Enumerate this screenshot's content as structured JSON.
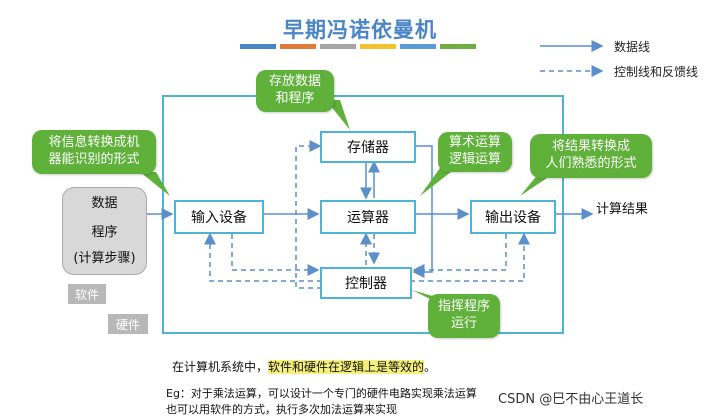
{
  "title": "早期冯诺依曼机",
  "legend": {
    "data_line": "数据线",
    "control_line": "控制线和反馈线"
  },
  "colors": {
    "title_bar": [
      "#4a86c5",
      "#e07b39",
      "#a5a5a5",
      "#f2c230",
      "#5b9bd5",
      "#70ad47"
    ],
    "frame": "#4fb3d6",
    "arrow": "#5b8fc9",
    "bubble": "#5fb13a"
  },
  "components": {
    "memory": "存储器",
    "input": "输入设备",
    "alu": "运算器",
    "output": "输出设备",
    "controller": "控制器"
  },
  "bubbles": {
    "store": "存放数据\n和程序",
    "convert_in": "将信息转换成机\n器能识别的形式",
    "arith": "算术运算\n逻辑运算",
    "convert_out": "将结果转换成\n人们熟悉的形式",
    "command": "指挥程序\n运行"
  },
  "program": {
    "line1": "数据",
    "line2": "程序",
    "line3": "(计算步骤)"
  },
  "tags": {
    "software": "软件",
    "hardware": "硬件"
  },
  "result_label": "计算结果",
  "notes": {
    "prefix": "在计算机系统中，",
    "highlight": "软件和硬件在逻辑上是等效的",
    "suffix": "。",
    "eg_line1": "Eg：对于乘法运算，可以设计一个专门的硬件电路实现乘法运算",
    "eg_line2": "也可以用软件的方式，执行多次加法运算来实现"
  },
  "watermark": "CSDN @巳不由心王道长"
}
